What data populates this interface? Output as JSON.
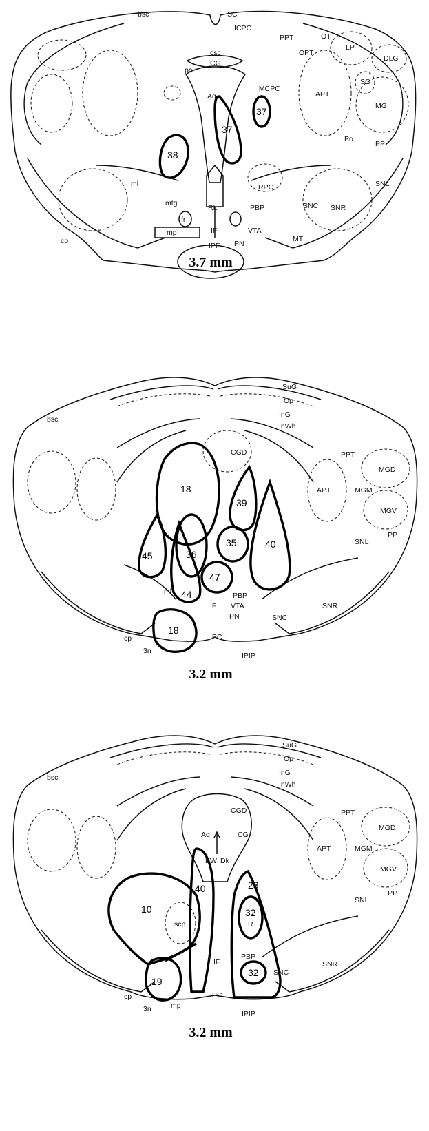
{
  "panels": [
    {
      "scale": "3.7 mm",
      "labels": [
        "bsc",
        "SC",
        "ICPC",
        "PPT",
        "OT",
        "csc",
        "OPT",
        "LP",
        "DLG",
        "CG",
        "pc",
        "IMCPC",
        "Aq",
        "SG",
        "APT",
        "MG",
        "Po",
        "PP",
        "ml",
        "RPC",
        "SNL",
        "mtg",
        "RLi",
        "PBP",
        "SNC",
        "fr",
        "IF",
        "VTA",
        "SNR",
        "mp",
        "IPF",
        "PN",
        "MT",
        "cp"
      ],
      "lesions": [
        "37",
        "37",
        "38"
      ]
    },
    {
      "scale": "3.2 mm",
      "labels": [
        "SuG",
        "Op",
        "InG",
        "InWh",
        "bsc",
        "CGD",
        "PPT",
        "MGD",
        "APT",
        "MGM",
        "MGV",
        "PP",
        "SNL",
        "ml",
        "IF",
        "PBP",
        "VTA",
        "PN",
        "SNC",
        "SNR",
        "IPC",
        "cp",
        "3n",
        "IPIP"
      ],
      "lesions": [
        "18",
        "39",
        "40",
        "35",
        "45",
        "36",
        "47",
        "44",
        "18"
      ]
    },
    {
      "scale": "3.2 mm",
      "labels": [
        "SuG",
        "Op",
        "InG",
        "InWh",
        "bsc",
        "CGD",
        "PPT",
        "Aq",
        "CG",
        "MGD",
        "EW",
        "Dk",
        "APT",
        "MGM",
        "MGV",
        "PP",
        "SNL",
        "scp",
        "R",
        "PBP",
        "IF",
        "SNC",
        "SNR",
        "IPC",
        "cp",
        "3n",
        "mp",
        "IPIP"
      ],
      "lesions": [
        "40",
        "10",
        "23",
        "32",
        "32",
        "19"
      ]
    }
  ]
}
